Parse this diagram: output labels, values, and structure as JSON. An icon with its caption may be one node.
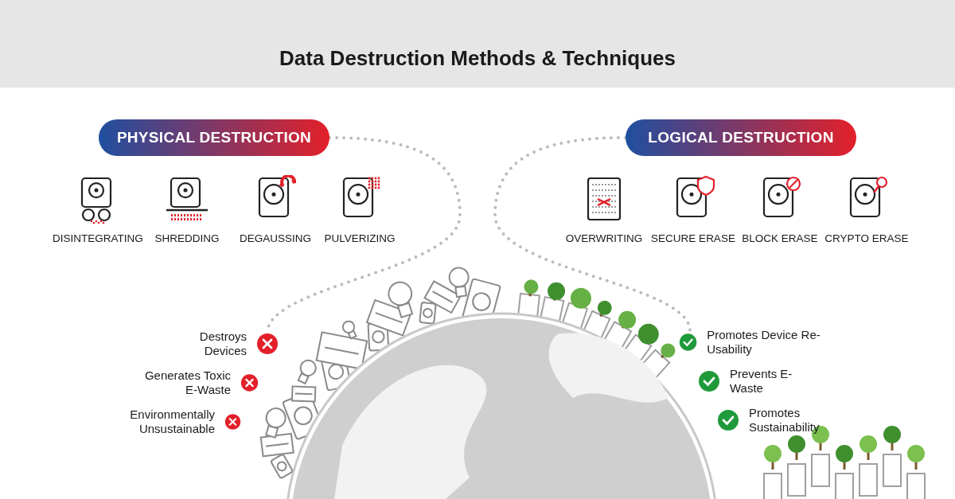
{
  "diagram": {
    "title": "Data Destruction Methods & Techniques",
    "nodes": [
      {
        "text": [
          "PHYSICAL DESTRUCTION"
        ]
      },
      {
        "text": [
          "LOGICAL DESTRUCTION"
        ]
      },
      {
        "text": [
          "DISINTEGRATING"
        ]
      },
      {
        "text": [
          "SHREDDING"
        ]
      },
      {
        "text": [
          "DEGAUSSING"
        ]
      },
      {
        "text": [
          "PULVERIZING"
        ]
      },
      {
        "text": [
          "OVERWRITING"
        ]
      },
      {
        "text": [
          "SECURE ERASE"
        ]
      },
      {
        "text": [
          "BLOCK ERASE"
        ]
      },
      {
        "text": [
          "CRYPTO ERASE"
        ]
      },
      {
        "text": [
          "Destroys Devices"
        ]
      },
      {
        "text": [
          "Generates Toxic E-Waste"
        ]
      },
      {
        "text": [
          "Environmentally Unsustainable"
        ]
      },
      {
        "text": [
          "Promotes Device Re-Usability"
        ]
      },
      {
        "text": [
          "Prevents E-Waste"
        ]
      },
      {
        "text": [
          "Promotes Sustainability"
        ]
      }
    ],
    "edges": [
      {
        "from": 0,
        "to": 10,
        "arrow": "none",
        "style": "dashed"
      },
      {
        "from": 1,
        "to": 13,
        "arrow": "none",
        "style": "dashed"
      }
    ]
  }
}
